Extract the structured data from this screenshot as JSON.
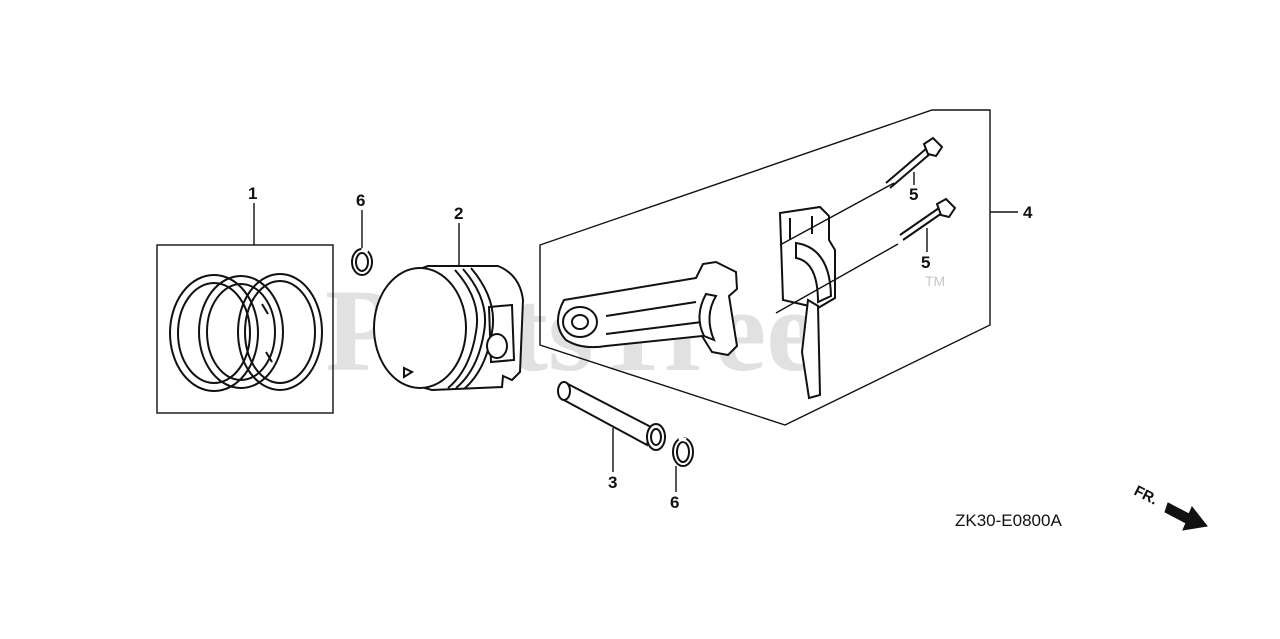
{
  "watermark": {
    "text": "PartsTree",
    "trademark": "TM"
  },
  "diagram_code": "ZK30-E0800A",
  "direction_label": "FR.",
  "callouts": [
    {
      "id": "1",
      "label": "1"
    },
    {
      "id": "2",
      "label": "2"
    },
    {
      "id": "3",
      "label": "3"
    },
    {
      "id": "4",
      "label": "4"
    },
    {
      "id": "5a",
      "label": "5"
    },
    {
      "id": "5b",
      "label": "5"
    },
    {
      "id": "6a",
      "label": "6"
    },
    {
      "id": "6b",
      "label": "6"
    }
  ],
  "parts": [
    {
      "ref": "1",
      "icon": "piston-ring-set-icon"
    },
    {
      "ref": "2",
      "icon": "piston-icon"
    },
    {
      "ref": "3",
      "icon": "piston-pin-icon"
    },
    {
      "ref": "4",
      "icon": "connecting-rod-icon"
    },
    {
      "ref": "5",
      "icon": "rod-bolt-icon"
    },
    {
      "ref": "6",
      "icon": "pin-clip-icon"
    }
  ]
}
